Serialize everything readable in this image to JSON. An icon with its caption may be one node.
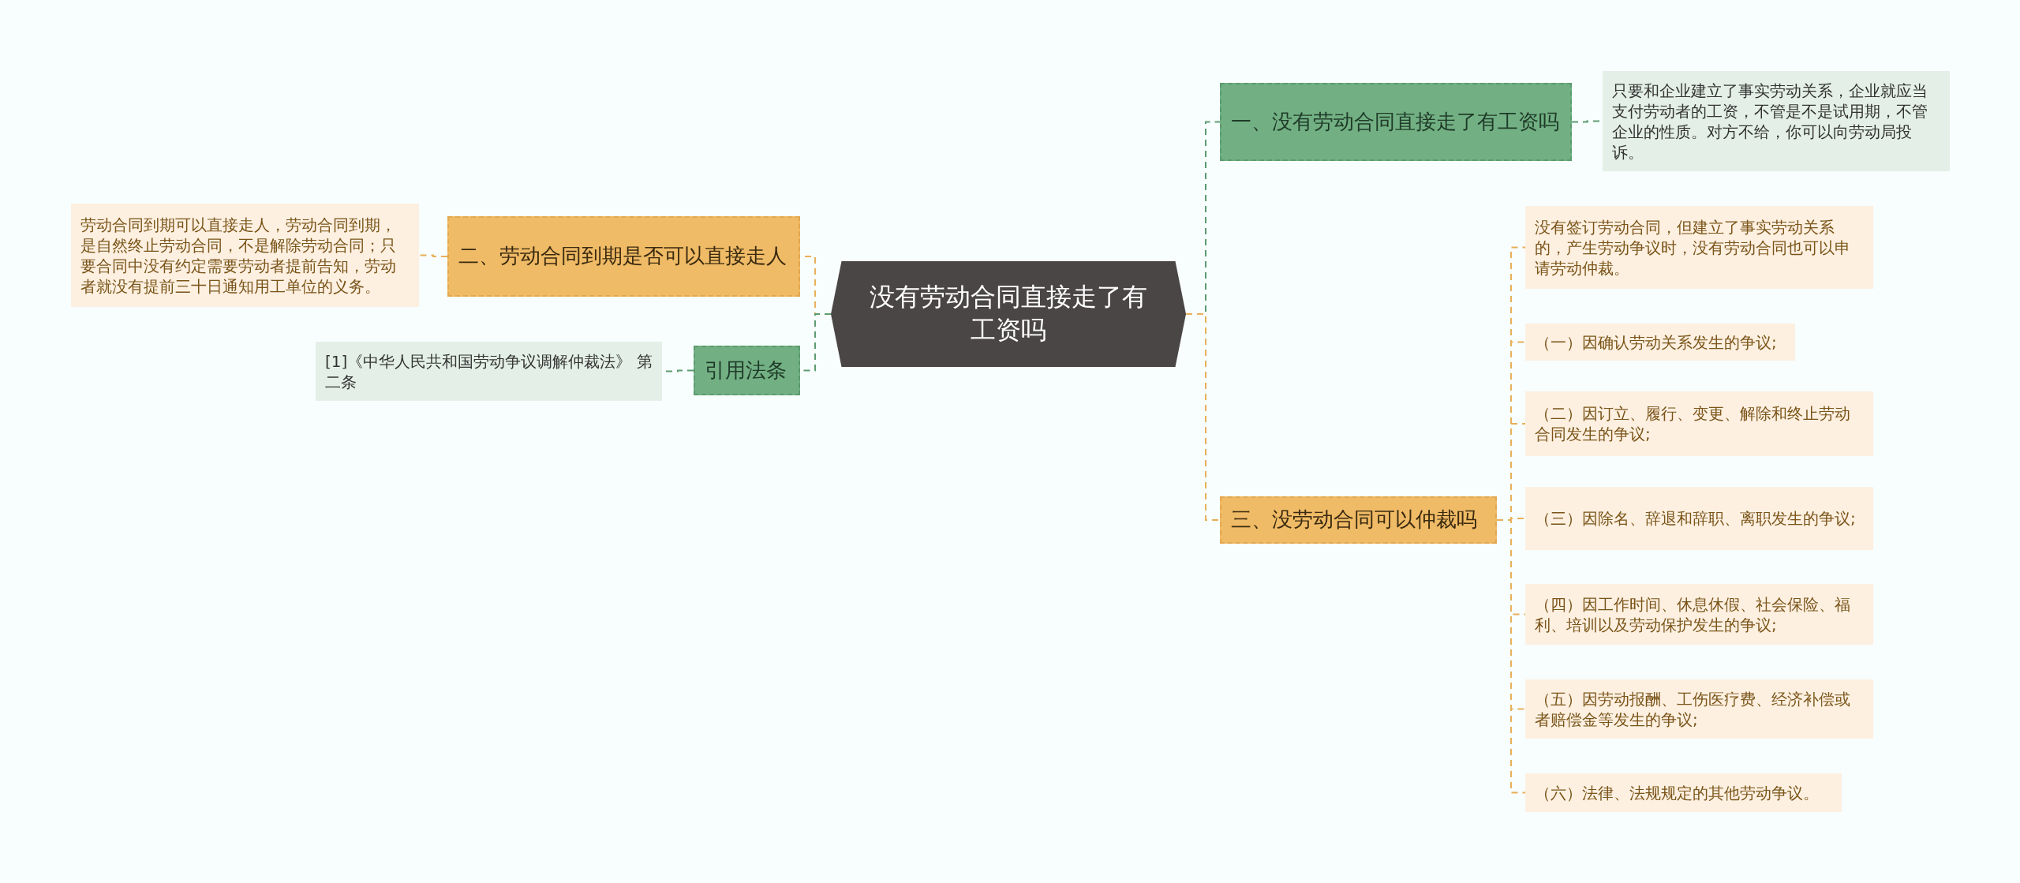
{
  "diagram": {
    "nodes": [
      {
        "text": [
          "没有劳动合同直接走了有工资吗"
        ]
      },
      {
        "text": [
          "一、没有劳动合同直接走了有工资吗"
        ]
      },
      {
        "text": [
          "只要和企业建立了事实劳动关系，企业就应当支付劳动者的工资，不管是不是试用期，不管企业的性质。对方不给，你可以向劳动局投诉。"
        ]
      },
      {
        "text": [
          "二、劳动合同到期是否可以直接走人"
        ]
      },
      {
        "text": [
          "劳动合同到期可以直接走人，劳动合同到期，是自然终止劳动合同，不是解除劳动合同；只要合同中没有约定需要劳动者提前告知，劳动者就没有提前三十日通知用工单位的义务。"
        ]
      },
      {
        "text": [
          "引用法条"
        ]
      },
      {
        "text": [
          "[1]《中华人民共和国劳动争议调解仲裁法》 第二条"
        ]
      },
      {
        "text": [
          "三、没劳动合同可以仲裁吗"
        ]
      },
      {
        "text": [
          "没有签订劳动合同，但建立了事实劳动关系的，产生劳动争议时，没有劳动合同也可以申请劳动仲裁。"
        ]
      },
      {
        "text": [
          "（一）因确认劳动关系发生的争议;"
        ]
      },
      {
        "text": [
          "（二）因订立、履行、变更、解除和终止劳动合同发生的争议;"
        ]
      },
      {
        "text": [
          "（三）因除名、辞退和辞职、离职发生的争议;"
        ]
      },
      {
        "text": [
          "（四）因工作时间、休息休假、社会保险、福利、培训以及劳动保护发生的争议;"
        ]
      },
      {
        "text": [
          "（五）因劳动报酬、工伤医疗费、经济补偿或者赔偿金等发生的争议;"
        ]
      },
      {
        "text": [
          "（六）法律、法规规定的其他劳动争议。"
        ]
      }
    ],
    "edges": [
      {
        "from": 0,
        "to": 1,
        "arrow": "none",
        "style": "dashed",
        "color": "#5c9c70"
      },
      {
        "from": 1,
        "to": 2,
        "arrow": "none",
        "style": "dashed",
        "color": "#5c9c70"
      },
      {
        "from": 0,
        "to": 3,
        "arrow": "none",
        "style": "dashed",
        "color": "#e8b05a"
      },
      {
        "from": 3,
        "to": 4,
        "arrow": "none",
        "style": "dashed",
        "color": "#e8b05a"
      },
      {
        "from": 0,
        "to": 5,
        "arrow": "none",
        "style": "dashed",
        "color": "#5c9c70"
      },
      {
        "from": 5,
        "to": 6,
        "arrow": "none",
        "style": "dashed",
        "color": "#5c9c70"
      },
      {
        "from": 0,
        "to": 7,
        "arrow": "none",
        "style": "dashed",
        "color": "#e8b05a"
      },
      {
        "from": 7,
        "to": 8,
        "arrow": "none",
        "style": "dashed",
        "color": "#e8b05a"
      },
      {
        "from": 7,
        "to": 9,
        "arrow": "none",
        "style": "dashed",
        "color": "#e8b05a"
      },
      {
        "from": 7,
        "to": 10,
        "arrow": "none",
        "style": "dashed",
        "color": "#e8b05a"
      },
      {
        "from": 7,
        "to": 11,
        "arrow": "none",
        "style": "dashed",
        "color": "#e8b05a"
      },
      {
        "from": 7,
        "to": 12,
        "arrow": "none",
        "style": "dashed",
        "color": "#e8b05a"
      },
      {
        "from": 7,
        "to": 13,
        "arrow": "none",
        "style": "dashed",
        "color": "#e8b05a"
      },
      {
        "from": 7,
        "to": 14,
        "arrow": "none",
        "style": "dashed",
        "color": "#e8b05a"
      }
    ]
  }
}
